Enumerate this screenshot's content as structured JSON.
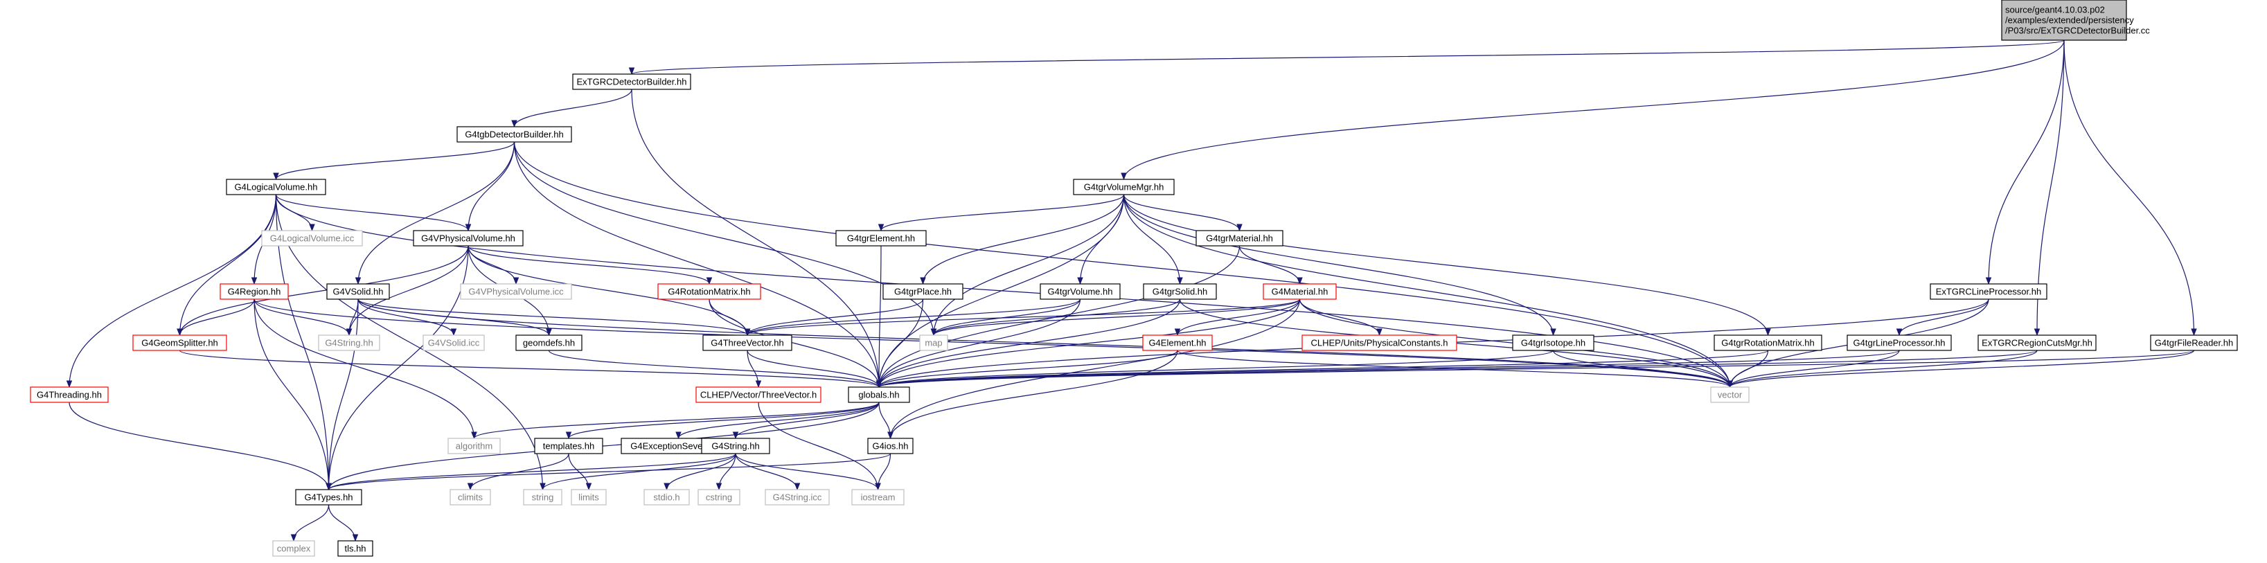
{
  "colors": {
    "edge": "#191970",
    "node_border": "#000000",
    "node_fill": "#ffffff",
    "root_fill": "#bfbfbf",
    "link_broken_border": "#ff0000",
    "external_border": "#bfbfbf",
    "external_text": "#808080"
  },
  "nodes": [
    {
      "id": "root",
      "lines": [
        "source/geant4.10.03.p02",
        "/examples/extended/persistency",
        "/P03/src/ExTGRCDetectorBuilder.cc"
      ],
      "kind": "root"
    },
    {
      "id": "extgrc_db",
      "lines": [
        "ExTGRCDetectorBuilder.hh"
      ],
      "kind": "normal"
    },
    {
      "id": "g4tgb_db",
      "lines": [
        "G4tgbDetectorBuilder.hh"
      ],
      "kind": "normal"
    },
    {
      "id": "g4logvol",
      "lines": [
        "G4LogicalVolume.hh"
      ],
      "kind": "normal"
    },
    {
      "id": "g4logvol_icc",
      "lines": [
        "G4LogicalVolume.icc"
      ],
      "kind": "external"
    },
    {
      "id": "g4vphys",
      "lines": [
        "G4VPhysicalVolume.hh"
      ],
      "kind": "normal"
    },
    {
      "id": "g4vphys_icc",
      "lines": [
        "G4VPhysicalVolume.icc"
      ],
      "kind": "external"
    },
    {
      "id": "g4rotmat",
      "lines": [
        "G4RotationMatrix.hh"
      ],
      "kind": "red"
    },
    {
      "id": "g4region",
      "lines": [
        "G4Region.hh"
      ],
      "kind": "red"
    },
    {
      "id": "g4vsolid",
      "lines": [
        "G4VSolid.hh"
      ],
      "kind": "normal"
    },
    {
      "id": "g4vsolid_icc",
      "lines": [
        "G4VSolid.icc"
      ],
      "kind": "external"
    },
    {
      "id": "geomdefs",
      "lines": [
        "geomdefs.hh"
      ],
      "kind": "normal"
    },
    {
      "id": "g4geomsplit",
      "lines": [
        "G4GeomSplitter.hh"
      ],
      "kind": "red"
    },
    {
      "id": "g4string_hh",
      "lines": [
        "G4String.hh"
      ],
      "kind": "external"
    },
    {
      "id": "g4threading",
      "lines": [
        "G4Threading.hh"
      ],
      "kind": "red"
    },
    {
      "id": "g4types",
      "lines": [
        "G4Types.hh"
      ],
      "kind": "normal"
    },
    {
      "id": "complex",
      "lines": [
        "complex"
      ],
      "kind": "external"
    },
    {
      "id": "tls",
      "lines": [
        "tls.hh"
      ],
      "kind": "normal"
    },
    {
      "id": "g4threevec",
      "lines": [
        "G4ThreeVector.hh"
      ],
      "kind": "normal"
    },
    {
      "id": "clhep_tv",
      "lines": [
        "CLHEP/Vector/ThreeVector.h"
      ],
      "kind": "red"
    },
    {
      "id": "globals",
      "lines": [
        "globals.hh"
      ],
      "kind": "normal"
    },
    {
      "id": "algorithm",
      "lines": [
        "algorithm"
      ],
      "kind": "external"
    },
    {
      "id": "templates",
      "lines": [
        "templates.hh"
      ],
      "kind": "normal"
    },
    {
      "id": "climits",
      "lines": [
        "climits"
      ],
      "kind": "external"
    },
    {
      "id": "limits",
      "lines": [
        "limits"
      ],
      "kind": "external"
    },
    {
      "id": "g4excsev",
      "lines": [
        "G4ExceptionSeverity.hh"
      ],
      "kind": "normal"
    },
    {
      "id": "g4string",
      "lines": [
        "G4String.hh"
      ],
      "kind": "normal"
    },
    {
      "id": "string",
      "lines": [
        "string"
      ],
      "kind": "external"
    },
    {
      "id": "stdio",
      "lines": [
        "stdio.h"
      ],
      "kind": "external"
    },
    {
      "id": "cstring",
      "lines": [
        "cstring"
      ],
      "kind": "external"
    },
    {
      "id": "g4string_icc",
      "lines": [
        "G4String.icc"
      ],
      "kind": "external"
    },
    {
      "id": "g4ios",
      "lines": [
        "G4ios.hh"
      ],
      "kind": "normal"
    },
    {
      "id": "iostream",
      "lines": [
        "iostream"
      ],
      "kind": "external"
    },
    {
      "id": "map",
      "lines": [
        "map"
      ],
      "kind": "external"
    },
    {
      "id": "g4tgrvolmgr",
      "lines": [
        "G4tgrVolumeMgr.hh"
      ],
      "kind": "normal"
    },
    {
      "id": "g4tgrelem",
      "lines": [
        "G4tgrElement.hh"
      ],
      "kind": "normal"
    },
    {
      "id": "g4tgrplace",
      "lines": [
        "G4tgrPlace.hh"
      ],
      "kind": "normal"
    },
    {
      "id": "g4tgrvol",
      "lines": [
        "G4tgrVolume.hh"
      ],
      "kind": "normal"
    },
    {
      "id": "g4tgrsolid",
      "lines": [
        "G4tgrSolid.hh"
      ],
      "kind": "normal"
    },
    {
      "id": "g4tgrmat",
      "lines": [
        "G4tgrMaterial.hh"
      ],
      "kind": "normal"
    },
    {
      "id": "g4material",
      "lines": [
        "G4Material.hh"
      ],
      "kind": "red"
    },
    {
      "id": "g4element",
      "lines": [
        "G4Element.hh"
      ],
      "kind": "red"
    },
    {
      "id": "clhep_units",
      "lines": [
        "CLHEP/Units/PhysicalConstants.h"
      ],
      "kind": "red"
    },
    {
      "id": "g4tgriso",
      "lines": [
        "G4tgrIsotope.hh"
      ],
      "kind": "normal"
    },
    {
      "id": "g4tgrrotmat",
      "lines": [
        "G4tgrRotationMatrix.hh"
      ],
      "kind": "normal"
    },
    {
      "id": "vector",
      "lines": [
        "vector"
      ],
      "kind": "external"
    },
    {
      "id": "extgrc_lp",
      "lines": [
        "ExTGRCLineProcessor.hh"
      ],
      "kind": "normal"
    },
    {
      "id": "g4tgrlp",
      "lines": [
        "G4tgrLineProcessor.hh"
      ],
      "kind": "normal"
    },
    {
      "id": "extgrc_rcm",
      "lines": [
        "ExTGRCRegionCutsMgr.hh"
      ],
      "kind": "normal"
    },
    {
      "id": "g4tgrfr",
      "lines": [
        "G4tgrFileReader.hh"
      ],
      "kind": "normal"
    }
  ]
}
